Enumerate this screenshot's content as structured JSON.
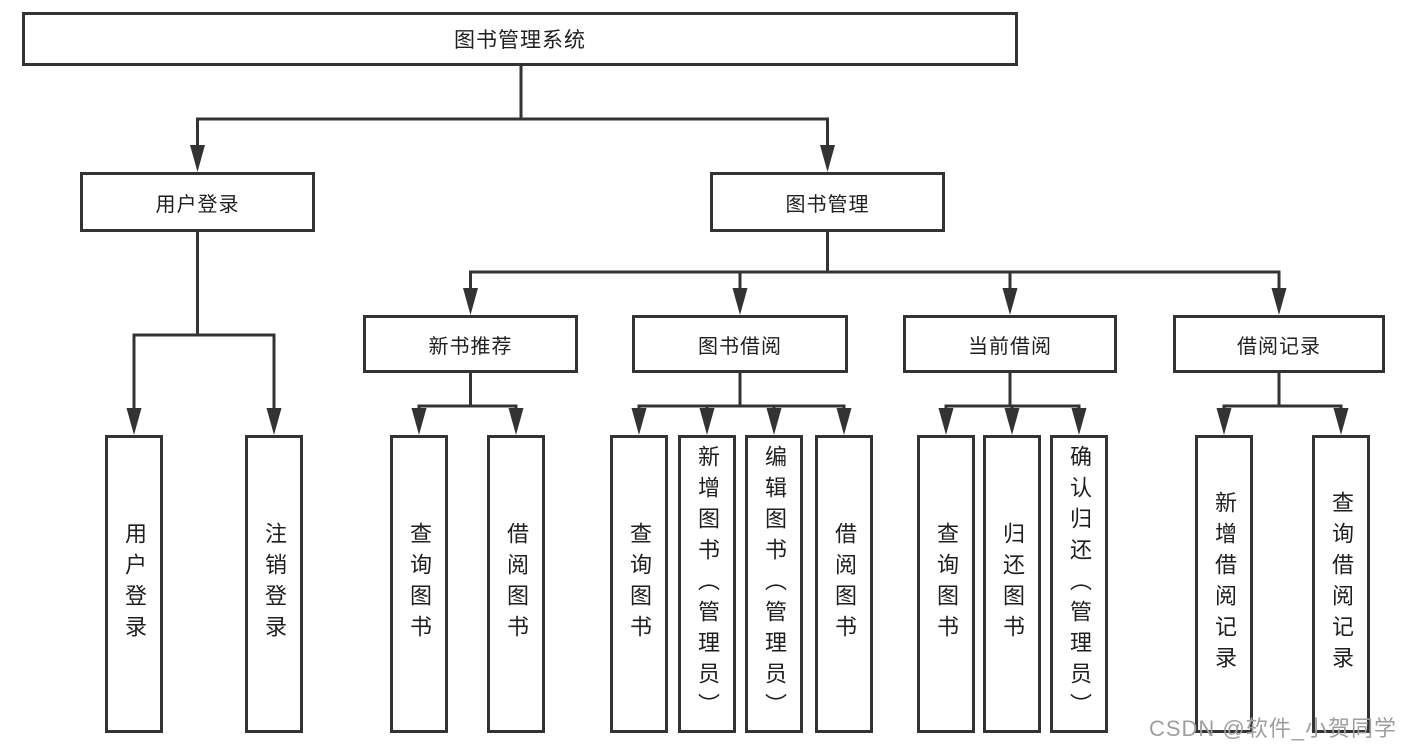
{
  "tree": {
    "root": {
      "label": "图书管理系统"
    },
    "branches": [
      {
        "label": "用户登录",
        "children": [
          {
            "label": "用户登录"
          },
          {
            "label": "注销登录"
          }
        ]
      },
      {
        "label": "图书管理",
        "sections": [
          {
            "label": "新书推荐",
            "children": [
              {
                "label": "查询图书"
              },
              {
                "label": "借阅图书"
              }
            ]
          },
          {
            "label": "图书借阅",
            "children": [
              {
                "label": "查询图书"
              },
              {
                "label": "新增图书（管理员）"
              },
              {
                "label": "编辑图书（管理员）"
              },
              {
                "label": "借阅图书"
              }
            ]
          },
          {
            "label": "当前借阅",
            "children": [
              {
                "label": "查询图书"
              },
              {
                "label": "归还图书"
              },
              {
                "label": "确认归还（管理员）"
              }
            ]
          },
          {
            "label": "借阅记录",
            "children": [
              {
                "label": "新增借阅记录"
              },
              {
                "label": "查询借阅记录"
              }
            ]
          }
        ]
      }
    ]
  },
  "watermark": {
    "text": "CSDN @软件_小贺同学"
  },
  "colors": {
    "line": "#333333",
    "box_border": "#333333",
    "text": "#1f1f1f",
    "watermark": "#9e9e9e",
    "background": "#ffffff"
  }
}
